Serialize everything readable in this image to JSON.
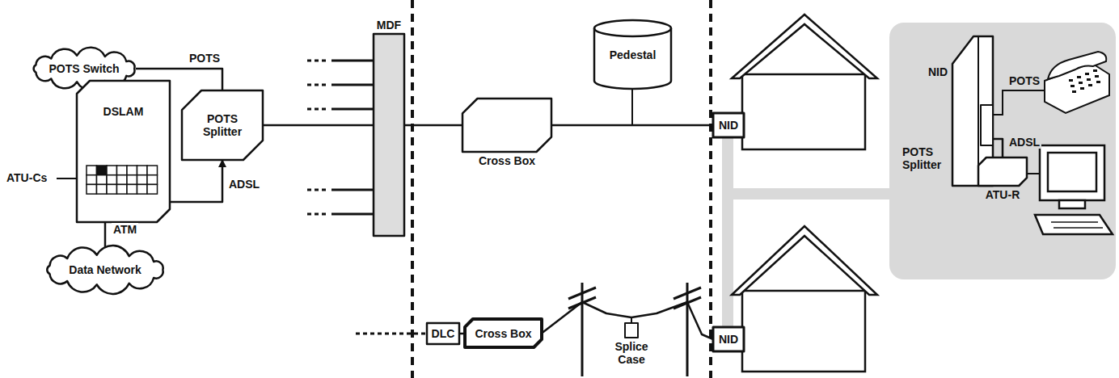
{
  "diagram": {
    "nodes": [
      {
        "text": [
          "POTS Switch"
        ]
      },
      {
        "text": [
          "Data Network"
        ]
      },
      {
        "text": [
          "DSLAM"
        ]
      },
      {
        "text": [
          "POTS Splitter"
        ]
      },
      {
        "text": [
          "MDF"
        ]
      },
      {
        "text": [
          "Cross Box"
        ]
      },
      {
        "text": [
          "Pedestal"
        ]
      },
      {
        "text": [
          "NID"
        ]
      },
      {
        "text": [
          "DLC"
        ]
      },
      {
        "text": [
          "Cross Box"
        ]
      },
      {
        "text": [
          "Splice Case"
        ]
      },
      {
        "text": [
          "NID"
        ]
      },
      {
        "text": [
          "NID"
        ]
      },
      {
        "text": [
          "POTS Splitter"
        ],
        "in": 12
      },
      {
        "text": [
          "ATU-R"
        ]
      }
    ],
    "edges": [
      {
        "from": 0,
        "to": 3,
        "label": "POTS",
        "arrow": "none"
      },
      {
        "from": 2,
        "to": 3,
        "label": "ADSL",
        "arrow": "to"
      },
      {
        "from": 2,
        "to": 1,
        "label": "ATM",
        "arrow": "none"
      },
      {
        "from": 3,
        "to": 4,
        "arrow": "none"
      },
      {
        "from": 4,
        "to": 5,
        "arrow": "none"
      },
      {
        "from": 5,
        "to": 7,
        "arrow": "none"
      },
      {
        "from": 8,
        "to": 9,
        "arrow": "none"
      },
      {
        "from": 9,
        "to": 11,
        "arrow": "none"
      },
      {
        "from": 13,
        "to": 14,
        "label": "ADSL",
        "arrow": "none"
      }
    ],
    "labels": [
      "ATU-Cs",
      "POTS"
    ]
  }
}
